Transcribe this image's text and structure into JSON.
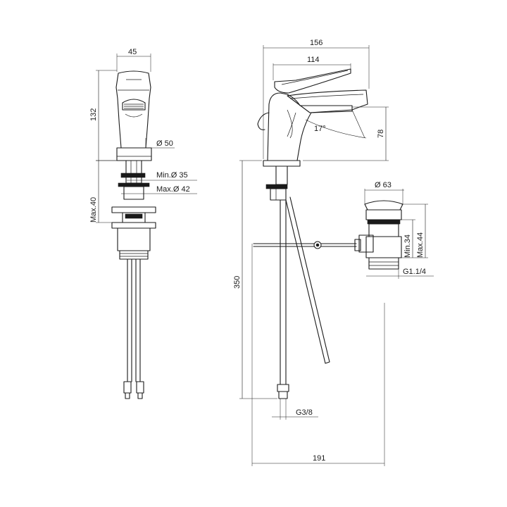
{
  "dimensions": {
    "front_width": "45",
    "front_height": "132",
    "outlet_diameter": "Ø 50",
    "hole_min": "Min.Ø 35",
    "hole_max": "Max.Ø 42",
    "deck_max": "Max.40",
    "overall_length": "156",
    "handle_length": "114",
    "spout_height": "78",
    "tilt_angle": "17°",
    "flex_length": "350",
    "flex_thread": "G3/8",
    "total_projection": "191",
    "waste_diameter": "Ø 63",
    "waste_min": "Min.34",
    "waste_max": "Max.44",
    "waste_thread": "G1.1/4"
  }
}
